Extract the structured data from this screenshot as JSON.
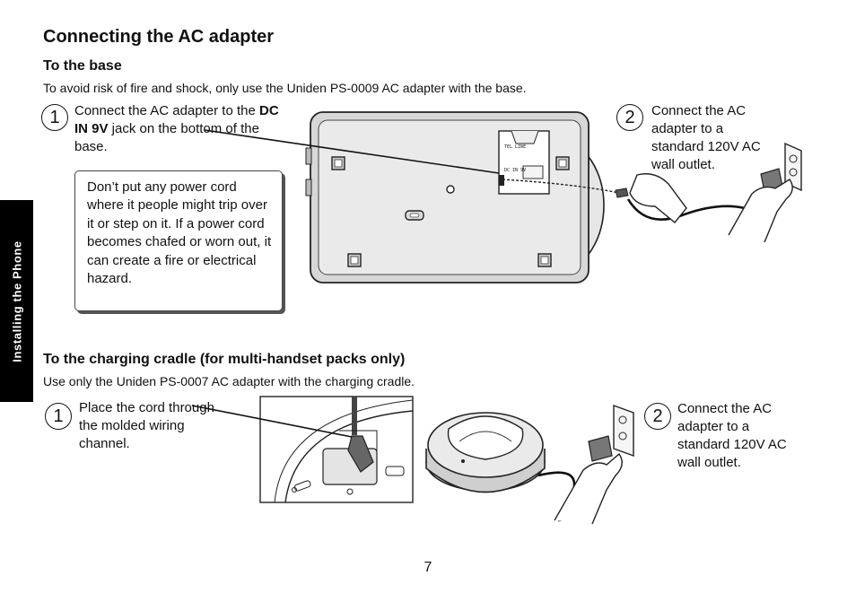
{
  "side_tab": {
    "label": "Installing the Phone"
  },
  "title": "Connecting the AC adapter",
  "base_section": {
    "heading": "To the base",
    "intro": "To avoid risk of fire and shock, only use the Uniden PS-0009 AC adapter with the base.",
    "step1": {
      "number": "1",
      "text_before": "Connect the AC adapter to the ",
      "text_bold": "DC IN 9V",
      "text_after": " jack on the bottom of the base."
    },
    "step2": {
      "number": "2",
      "text": "Connect the AC adapter to a standard 120V AC wall outlet."
    },
    "warning": "Don’t put any power cord where it people might trip over it or step on it. If a power cord becomes chafed or worn out, it can create a fire or electrical hazard.",
    "jack_labels": {
      "tel_line": "TEL LINE",
      "dc_in": "DC IN 9V"
    }
  },
  "cradle_section": {
    "heading": "To the charging cradle (for multi-handset packs only)",
    "intro": "Use only the Uniden PS-0007 AC adapter with the charging cradle.",
    "step1": {
      "number": "1",
      "text": "Place the cord through the molded wiring channel."
    },
    "step2": {
      "number": "2",
      "text": "Connect the AC adapter to a standard 120V AC wall outlet."
    }
  },
  "page_number": "7"
}
